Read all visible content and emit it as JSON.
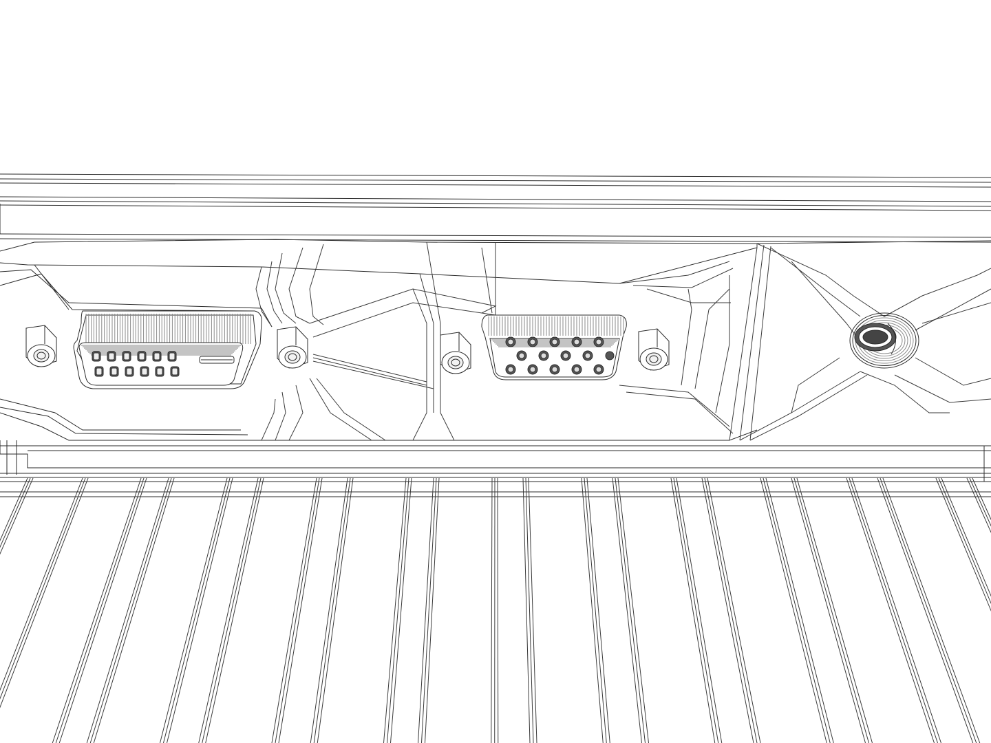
{
  "scene": {
    "background_color": "#ffffff",
    "line_color": "#2a2a2a",
    "light_line_color": "#8a8a8a",
    "fill_color": "#ffffff",
    "ports": [
      {
        "name": "dvi-port",
        "pin_rows": 2,
        "pins_per_row": 6
      },
      {
        "name": "vga-port",
        "pin_rows": 3,
        "pins_per_row": 5
      },
      {
        "name": "audio-jack"
      }
    ]
  }
}
